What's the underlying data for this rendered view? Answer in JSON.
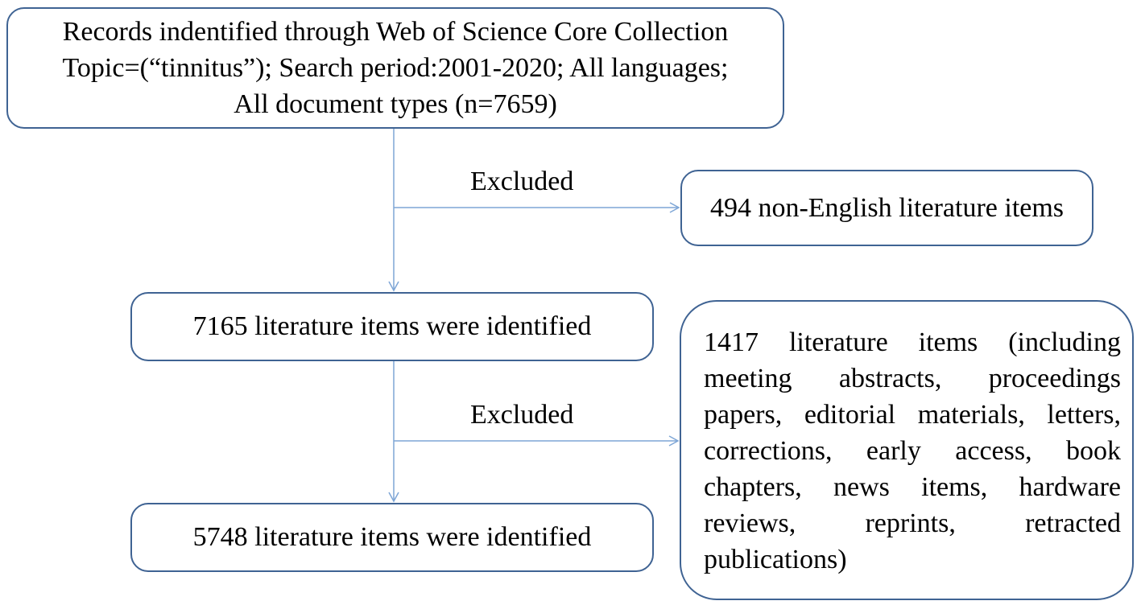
{
  "boxes": {
    "records": "Records indentified through Web of Science Core Collection Topic=(“tinnitus”); Search period:2001-2020; All languages; All document types (n=7659)",
    "records_lines": [
      "Records indentified through Web of Science Core Collection",
      "Topic=(“tinnitus”); Search period:2001-2020; All languages;",
      "All document types (n=7659)"
    ],
    "non_english": "494 non-English literature items",
    "identified_7165": "7165 literature items were identified",
    "identified_5748": "5748 literature items were identified",
    "excluded_types": "1417 literature items (including meeting abstracts, proceedings papers, editorial materials, letters, corrections, early access, book chapters, news items, hardware reviews, reprints, retracted publications)"
  },
  "labels": {
    "excluded_1": "Excluded",
    "excluded_2": "Excluded"
  },
  "colors": {
    "box_border": "#3f6393",
    "arrow": "#7ea6d6"
  }
}
